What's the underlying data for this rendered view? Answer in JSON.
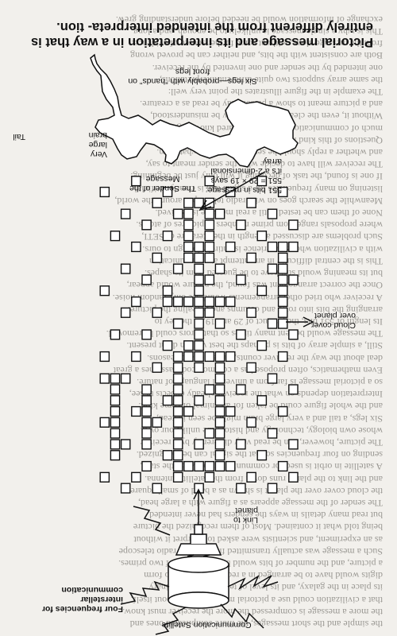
{
  "heading": "Pictorial message and its interpretation in a way that is entirely different from the intended interpreta- tion.",
  "labels": {
    "satellite": "Communication Satellite",
    "frequencies": "Four frequencies for interstellar communication",
    "link": "Link to planet",
    "cloud": "Cloud cover over planet",
    "sender": "The Sender of the Message",
    "message": "551 bits in message: 551 = 29 × 19 says it's a 2-dimensional array",
    "brain": "Very large brain",
    "tail": "Tail",
    "legs": "Six legs—probably with “hands” on front legs"
  },
  "bleed_lines": [
    "the simple and the short messages, the more complicated ones and",
    "the more a message is compressed the more the receiver must know.",
    "that a civilization could use a pictorial message to tell about itself,",
    "its place in the galaxy, and its level of technology. The binary",
    "digits would have to be arranged in a rectangular array to form",
    "a picture, and the number of bits would be the product of two primes.",
    "Such a message was actually transmitted from a large radio telescope",
    "as an experiment, and scientists were asked to interpret it without",
    "being told what it contained. Most of them recognized the picture",
    "but read many details in ways the senders had never intended.",
    "The sender of the message appears as a figure with a large head,",
    "the cloud cover over the planet is shown as a band of small squares,",
    "and the link to the planet runs down from the satellite antenna.",
    "A satellite in orbit is used for communication between the stars,",
    "sending on four frequencies so that the signal can be recognized.",
    "The picture, however, can be read very differently by a receiver",
    "whose own biology, technology and history are unlike our own.",
    "Six legs, a tail and a very large brain might be seen instead,",
    "and the whole figure could be taken for an animal of some kind.",
    "Interpretation depends on what the receiver already expects to see,",
    "so a pictorial message is far from a universal language of nature.",
    "Even mathematics, often proposed as a common code, assumes a great",
    "deal about the way the receiver counts, measures and reasons.",
    "Still, a simple array of bits is perhaps the best we can do at present.",
    "The message would be sent many times so that errors could be removed.",
    "Its length of 551 bits, the product of 29 and 19, is the key to",
    "arranging the bits into rows and columns and revealing the picture.",
    "A receiver who tried other arrangements would see only random noise.",
    "Once the correct arrangement was found, the picture would appear,",
    "but its meaning would still have to be guessed from its shapes.",
    "This is the central difficulty in any attempt at communication",
    "with a civilization whose experience is entirely foreign to ours.",
    "Such problems are discussed at length in the literature of SETI,",
    "where proposals range from prime numbers to pictures of atoms.",
    "None of them can be tested until a real message is received.",
    "Meanwhile the search goes on with radio telescopes around the world,",
    "listening on many frequencies for a signal that is clearly artificial.",
    "If one is found, the task of decoding it will only just be beginning.",
    "The receiver will have to decide what the sender meant to say,",
    "and whether a reply should be sent at all, and in what form.",
    "Questions of this kind have no simple answers, but they show how",
    "much of communication depends on shared knowledge and experience.",
    "Without it, even the clearest message may be misunderstood,",
    "and a picture meant to show a person may be read as a creature.",
    "The example in the figure illustrates the point very well:",
    "the same array supports two quite different interpretations,",
    "one intended by the sender and one invented by the receiver.",
    "Both are consistent with the bits, and neither can be proved wrong",
    "from the message alone, without some further source of evidence.",
    "This is why a single message is unlikely to be enough, and a long",
    "exchange of information would be needed before understanding grew."
  ]
}
